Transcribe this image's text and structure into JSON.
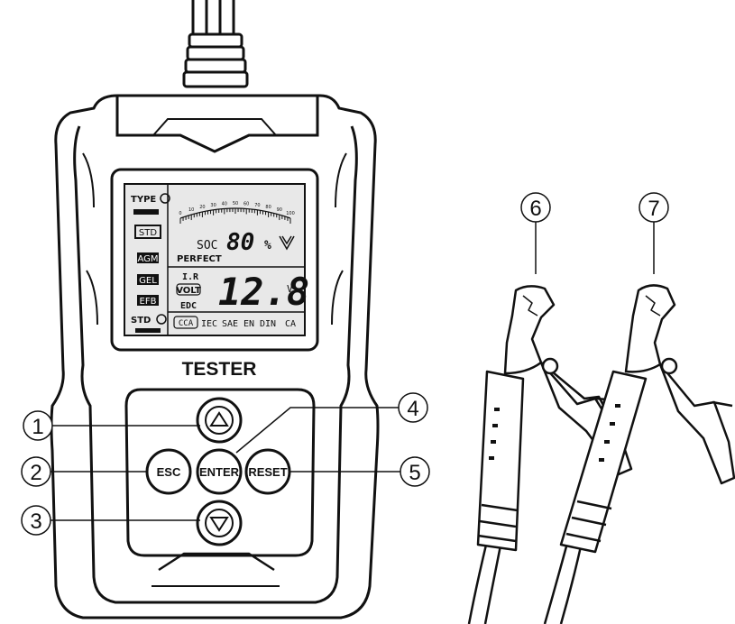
{
  "device": {
    "title": "TESTER"
  },
  "screen": {
    "type_label": "TYPE",
    "battery_types": [
      "STD",
      "AGM",
      "GEL",
      "EFB"
    ],
    "std_label": "STD",
    "gauge_ticks": [
      "0",
      "10",
      "20",
      "30",
      "40",
      "50",
      "60",
      "70",
      "80",
      "90",
      "100"
    ],
    "soc_label": "SOC",
    "soc_value": "80",
    "soc_unit": "%",
    "status_label": "PERFECT",
    "ir_label": "I.R",
    "volt_label": "VOLT",
    "edc_label": "EDC",
    "voltage_value": "12.8",
    "voltage_unit": "V",
    "standards": [
      "CCA",
      "IEC",
      "SAE",
      "EN",
      "DIN",
      "CA"
    ]
  },
  "buttons": {
    "up_icon": "chevron-up-icon",
    "esc": "ESC",
    "enter": "ENTER",
    "reset": "RESET",
    "down_icon": "chevron-down-icon"
  },
  "callouts": [
    "1",
    "2",
    "3",
    "4",
    "5",
    "6",
    "7"
  ]
}
